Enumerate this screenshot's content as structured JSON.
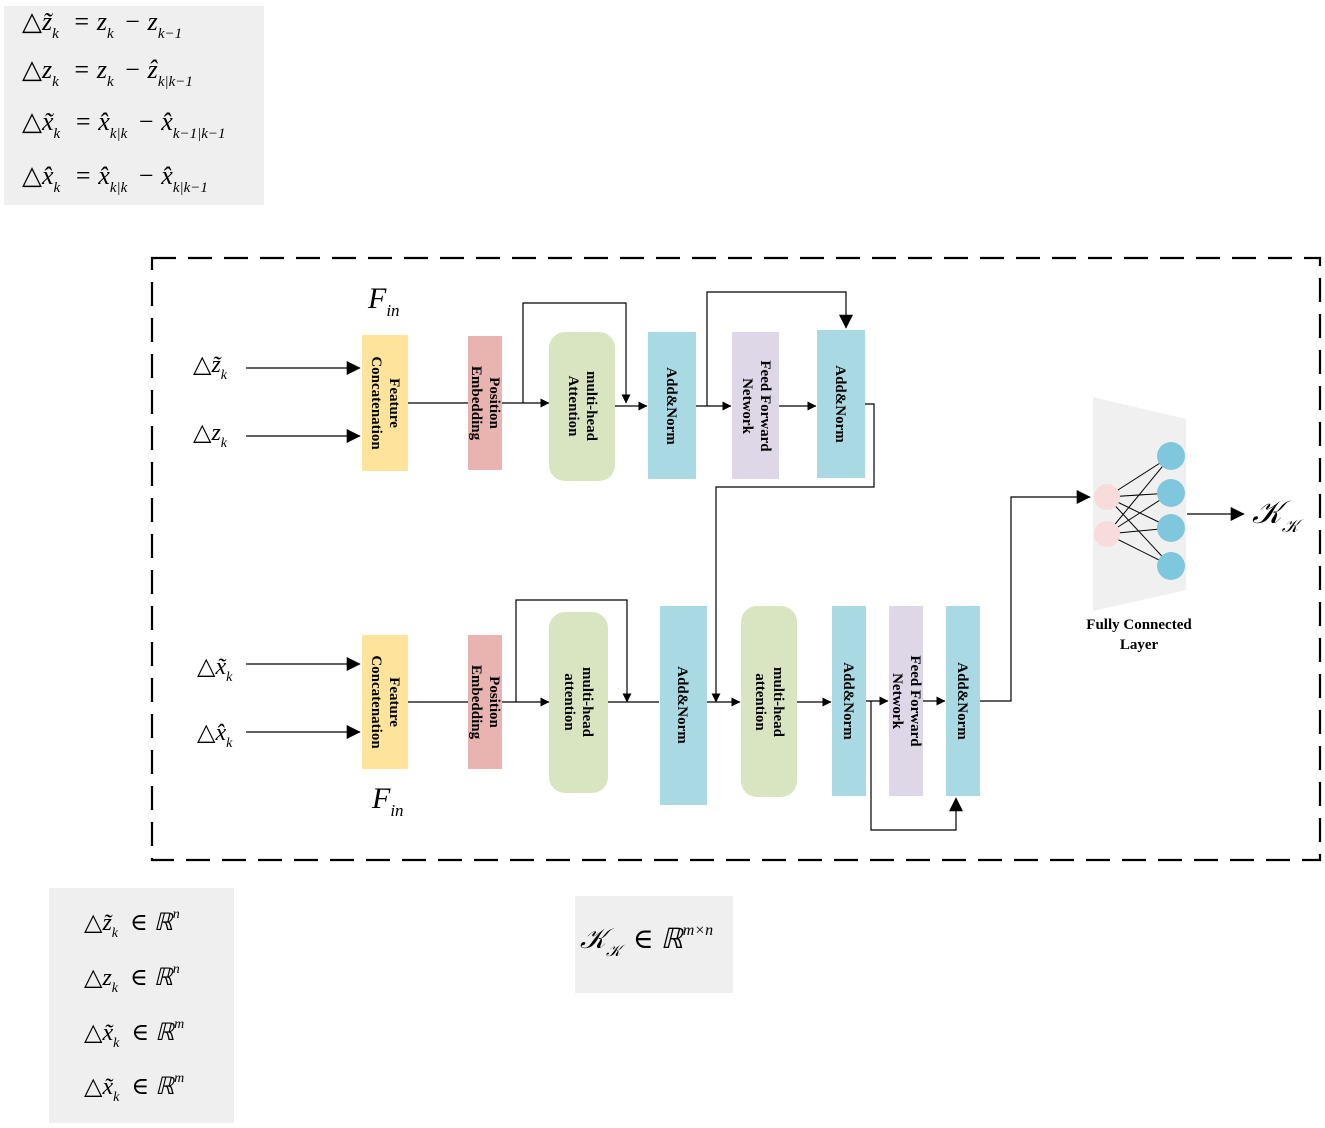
{
  "equations_top": [
    {
      "lhs": "△z̃",
      "sub": "k",
      "rhs": "= z",
      "rsub": "k",
      "tail": "− z",
      "tsub": "k−1"
    },
    {
      "lhs": "△z",
      "sub": "k",
      "rhs": "= z",
      "rsub": "k",
      "tail": "− ẑ",
      "tsub": "k|k−1"
    },
    {
      "lhs": "△x̃",
      "sub": "k",
      "rhs": "= x̂",
      "rsub": "k|k",
      "tail": "− x̂",
      "tsub": "k−1|k−1"
    },
    {
      "lhs": "△x̂",
      "sub": "k",
      "rhs": "= x̂",
      "rsub": "k|k",
      "tail": "− x̂",
      "tsub": "k|k−1"
    }
  ],
  "equations_bottom_left": [
    {
      "lhs": "△z̃",
      "sub": "k",
      "set": "∈ ℝ",
      "sup": "n"
    },
    {
      "lhs": "△z",
      "sub": "k",
      "set": "∈ ℝ",
      "sup": "n"
    },
    {
      "lhs": "△x̃",
      "sub": "k",
      "set": "∈ ℝ",
      "sup": "m"
    },
    {
      "lhs": "△x̃",
      "sub": "k",
      "set": "∈ ℝ",
      "sup": "m"
    }
  ],
  "equation_gain": {
    "lhs": "𝒦",
    "sub": "𝒦",
    "set": "∈ ℝ",
    "sup": "m×n"
  },
  "inputs_top": [
    {
      "sym": "△z̃",
      "sub": "k"
    },
    {
      "sym": "△z",
      "sub": "k"
    }
  ],
  "inputs_bottom": [
    {
      "sym": "△x̃",
      "sub": "k"
    },
    {
      "sym": "△x̂",
      "sub": "k"
    }
  ],
  "f_in": {
    "sym": "F",
    "sub": "in"
  },
  "top_branch": {
    "feature": [
      "Feature",
      "Concatenation"
    ],
    "position": [
      "Position",
      "Embedding"
    ],
    "attention": [
      "multi-head",
      "Attention"
    ],
    "addnorm1": [
      "Add&Norm"
    ],
    "ffn": [
      "Feed Forward",
      "Network"
    ],
    "addnorm2": [
      "Add&Norm"
    ]
  },
  "bottom_branch": {
    "feature": [
      "Feature",
      "Concatenation"
    ],
    "position": [
      "Position",
      "Embedding"
    ],
    "attention1": [
      "multi-head",
      "attention"
    ],
    "addnorm1": [
      "Add&Norm"
    ],
    "attention2": [
      "multi-head",
      "attention"
    ],
    "addnorm2": [
      "Add&Norm"
    ],
    "ffn": [
      "Feed Forward",
      "Network"
    ],
    "addnorm3": [
      "Add&Norm"
    ]
  },
  "fc_label": [
    "Fully Connected",
    "Layer"
  ],
  "output": {
    "sym": "𝒦",
    "sub": "𝒦"
  },
  "colors": {
    "feature": "#fde49a",
    "position": "#e9b3b0",
    "attention": "#d9e5c0",
    "addnorm": "#a9dae3",
    "ffn": "#ddd7e8",
    "panel": "#efefef",
    "fc": "#f0f0f0",
    "node_in": "#f8dcdc",
    "node_out": "#7fc7dd"
  }
}
